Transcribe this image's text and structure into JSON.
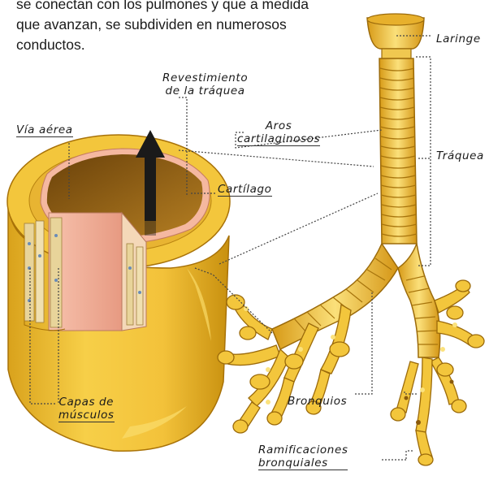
{
  "intro": {
    "lines": [
      "se conectan con los pulmones y que a medida",
      "que avanzan, se subdividen en numerosos",
      "conductos."
    ]
  },
  "labels": {
    "revestimiento": [
      "Revestimiento",
      "de la tráquea"
    ],
    "via_aerea": "Vía aérea",
    "aros": [
      "Aros",
      "cartilaginosos"
    ],
    "cartilago": "Cartílago",
    "laringe": "Laringe",
    "traquea": "Tráquea",
    "capas": [
      "Capas de",
      "músculos"
    ],
    "bronquios": "Bronquios",
    "ramificaciones": [
      "Ramificaciones",
      "bronquiales"
    ]
  },
  "colors": {
    "cartilage": "#f2c335",
    "cartilage_dark": "#c98e12",
    "cartilage_light": "#fbe27e",
    "lumen": "#8a5a0c",
    "lining": "#f3b3a0",
    "arrow": "#1a1a1a"
  }
}
